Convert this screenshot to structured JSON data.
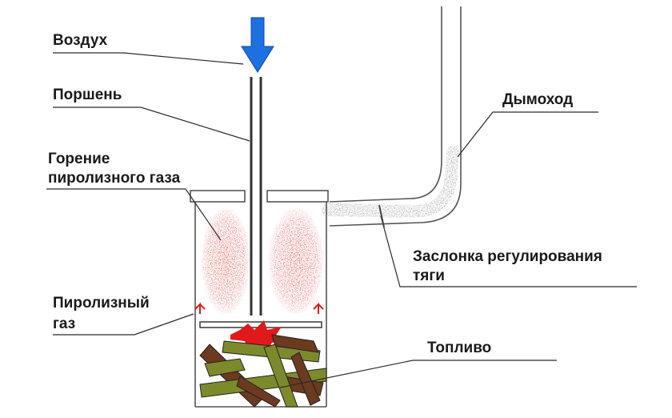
{
  "labels": {
    "air": "Воздух",
    "piston": "Поршень",
    "combustion_line1": "Горение",
    "combustion_line2": "пиролизного газа",
    "chimney": "Дымоход",
    "damper_line1": "Заслонка регулирования",
    "damper_line2": "тяги",
    "pyro_gas_line1": "Пиролизный",
    "pyro_gas_line2": "газ",
    "fuel": "Топливо"
  },
  "colors": {
    "air_arrow": "#1e6fe0",
    "flame": "#e01818",
    "smoke": "#8a8a8a",
    "wood_dark": "#6b3a1f",
    "wood_olive": "#7d8a2c"
  },
  "icons": {
    "air_flow": "down-arrow-icon",
    "gas_flow": "up-arrow-icon"
  }
}
